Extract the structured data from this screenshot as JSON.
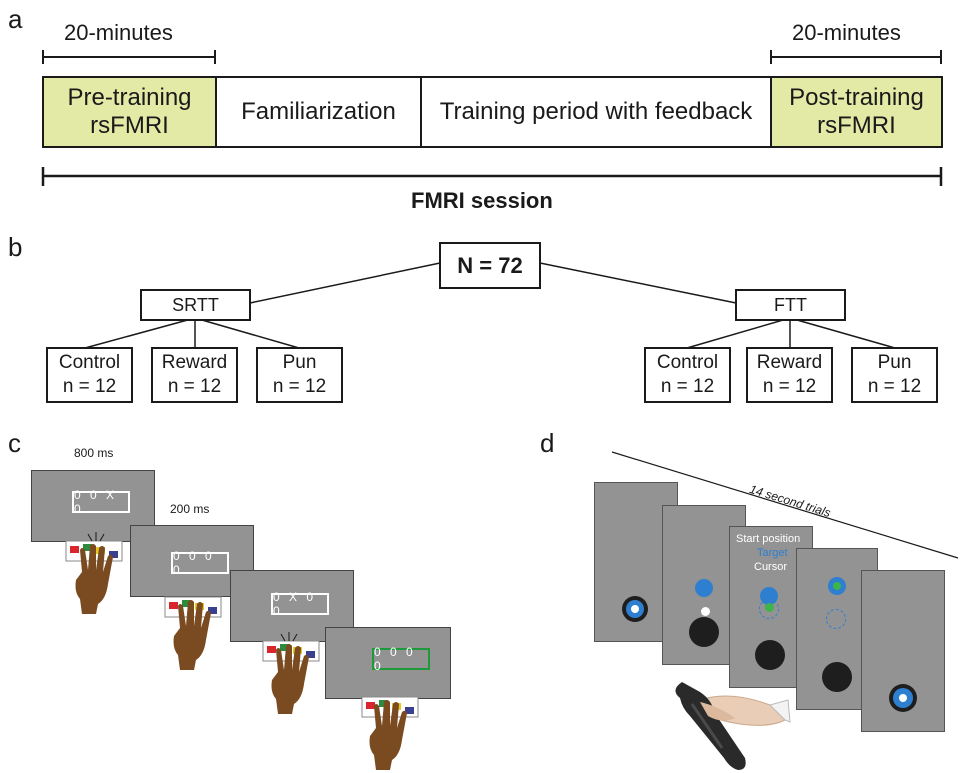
{
  "panel_a": {
    "letter": "a",
    "duration_left": "20-minutes",
    "duration_right": "20-minutes",
    "boxes": [
      {
        "label": "Pre-training\nrsFMRI",
        "highlight": true
      },
      {
        "label": "Familiarization",
        "highlight": false
      },
      {
        "label": "Training period with feedback",
        "highlight": false
      },
      {
        "label": "Post-training\nrsFMRI",
        "highlight": true
      }
    ],
    "session_label": "FMRI session",
    "highlight_color": "#e3eaa6"
  },
  "panel_b": {
    "letter": "b",
    "root": "N = 72",
    "groups": [
      {
        "label": "SRTT",
        "conditions": [
          {
            "name": "Control",
            "n": "n = 12"
          },
          {
            "name": "Reward",
            "n": "n = 12"
          },
          {
            "name": "Pun",
            "n": "n = 12"
          }
        ]
      },
      {
        "label": "FTT",
        "conditions": [
          {
            "name": "Control",
            "n": "n = 12"
          },
          {
            "name": "Reward",
            "n": "n = 12"
          },
          {
            "name": "Pun",
            "n": "n = 12"
          }
        ]
      }
    ]
  },
  "panel_c": {
    "letter": "c",
    "time_1": "800 ms",
    "time_2": "200 ms",
    "stimuli": [
      "0 0 X 0",
      "0 0 0 0",
      "0 X 0 0",
      "0 0 0 0"
    ],
    "feedback_color": "#1f9a3a",
    "key_colors": [
      "#d9262c",
      "#2e8b3e",
      "#e8c81e",
      "#3b3f8f"
    ],
    "hand_color": "#7a4a21"
  },
  "panel_d": {
    "letter": "d",
    "trial_label": "14 second trials",
    "legend": {
      "start": "Start position",
      "target": "Target",
      "cursor": "Cursor"
    },
    "target_color": "#2e7fd0",
    "cursor_color": "#3cb54a"
  }
}
